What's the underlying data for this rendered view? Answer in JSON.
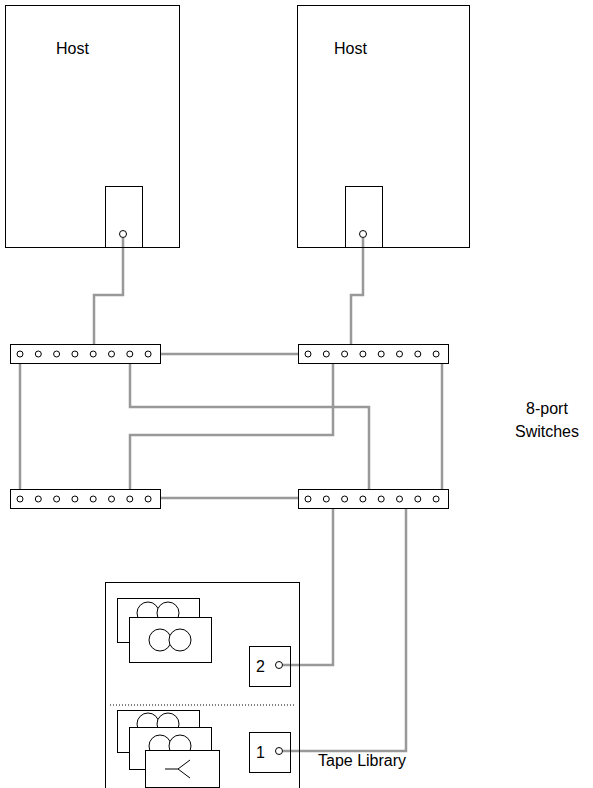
{
  "diagram": {
    "nodes": [
      {
        "text": [
          "Host"
        ]
      },
      {
        "text": [
          "Host"
        ]
      },
      {
        "text": [
          "Tape Library"
        ]
      },
      {
        "text": [
          "2"
        ],
        "in": 2
      },
      {
        "text": [
          "1"
        ],
        "in": 2
      }
    ],
    "labels": [
      "8-port Switches"
    ]
  }
}
